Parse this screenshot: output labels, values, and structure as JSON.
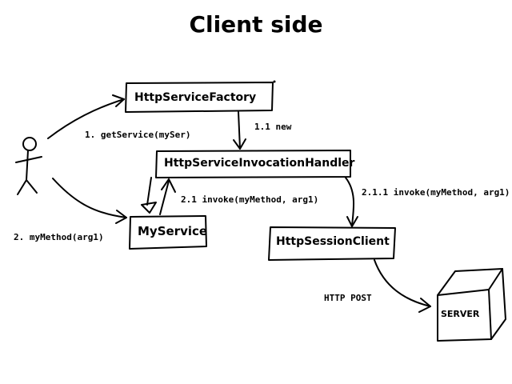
{
  "title": "Client side",
  "boxes": {
    "factory": "HttpServiceFactory",
    "handler": "HttpServiceInvocationHandler",
    "my_service": "MyService",
    "session_client": "HttpSessionClient",
    "server": "SERVER"
  },
  "messages": {
    "get_service": "1. getService(mySer)",
    "new": "1.1 new",
    "my_method": "2. myMethod(arg1)",
    "invoke": "2.1 invoke(myMethod, arg1)",
    "invoke_remote": "2.1.1 invoke(myMethod, arg1)",
    "http_post": "HTTP POST"
  }
}
